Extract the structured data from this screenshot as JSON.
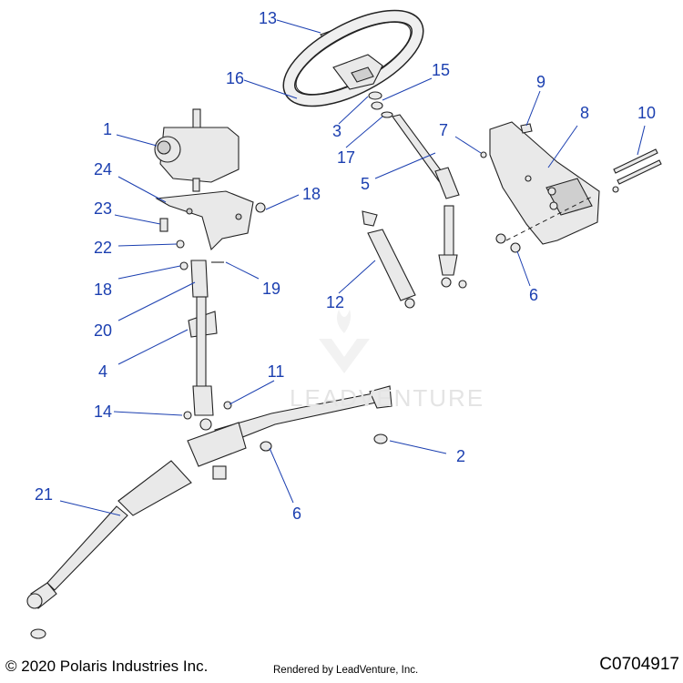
{
  "callouts": [
    {
      "id": "c1",
      "label": "1"
    },
    {
      "id": "c2",
      "label": "2"
    },
    {
      "id": "c3",
      "label": "3"
    },
    {
      "id": "c4",
      "label": "4"
    },
    {
      "id": "c5",
      "label": "5"
    },
    {
      "id": "c6a",
      "label": "6"
    },
    {
      "id": "c6b",
      "label": "6"
    },
    {
      "id": "c7",
      "label": "7"
    },
    {
      "id": "c8",
      "label": "8"
    },
    {
      "id": "c9",
      "label": "9"
    },
    {
      "id": "c10",
      "label": "10"
    },
    {
      "id": "c11",
      "label": "11"
    },
    {
      "id": "c12",
      "label": "12"
    },
    {
      "id": "c13",
      "label": "13"
    },
    {
      "id": "c14",
      "label": "14"
    },
    {
      "id": "c15",
      "label": "15"
    },
    {
      "id": "c16",
      "label": "16"
    },
    {
      "id": "c17",
      "label": "17"
    },
    {
      "id": "c18a",
      "label": "18"
    },
    {
      "id": "c18b",
      "label": "18"
    },
    {
      "id": "c19",
      "label": "19"
    },
    {
      "id": "c20",
      "label": "20"
    },
    {
      "id": "c21",
      "label": "21"
    },
    {
      "id": "c22",
      "label": "22"
    },
    {
      "id": "c23",
      "label": "23"
    },
    {
      "id": "c24",
      "label": "24"
    }
  ],
  "footer": {
    "copyright": "© 2020 Polaris Industries Inc.",
    "rendered_by": "Rendered by LeadVenture, Inc.",
    "figure_code": "C0704917"
  },
  "watermark": {
    "text": "LEADVENTURE"
  },
  "colors": {
    "callout": "#1b3fb0",
    "line": "#222222",
    "part_fill": "#e9e9e9"
  }
}
